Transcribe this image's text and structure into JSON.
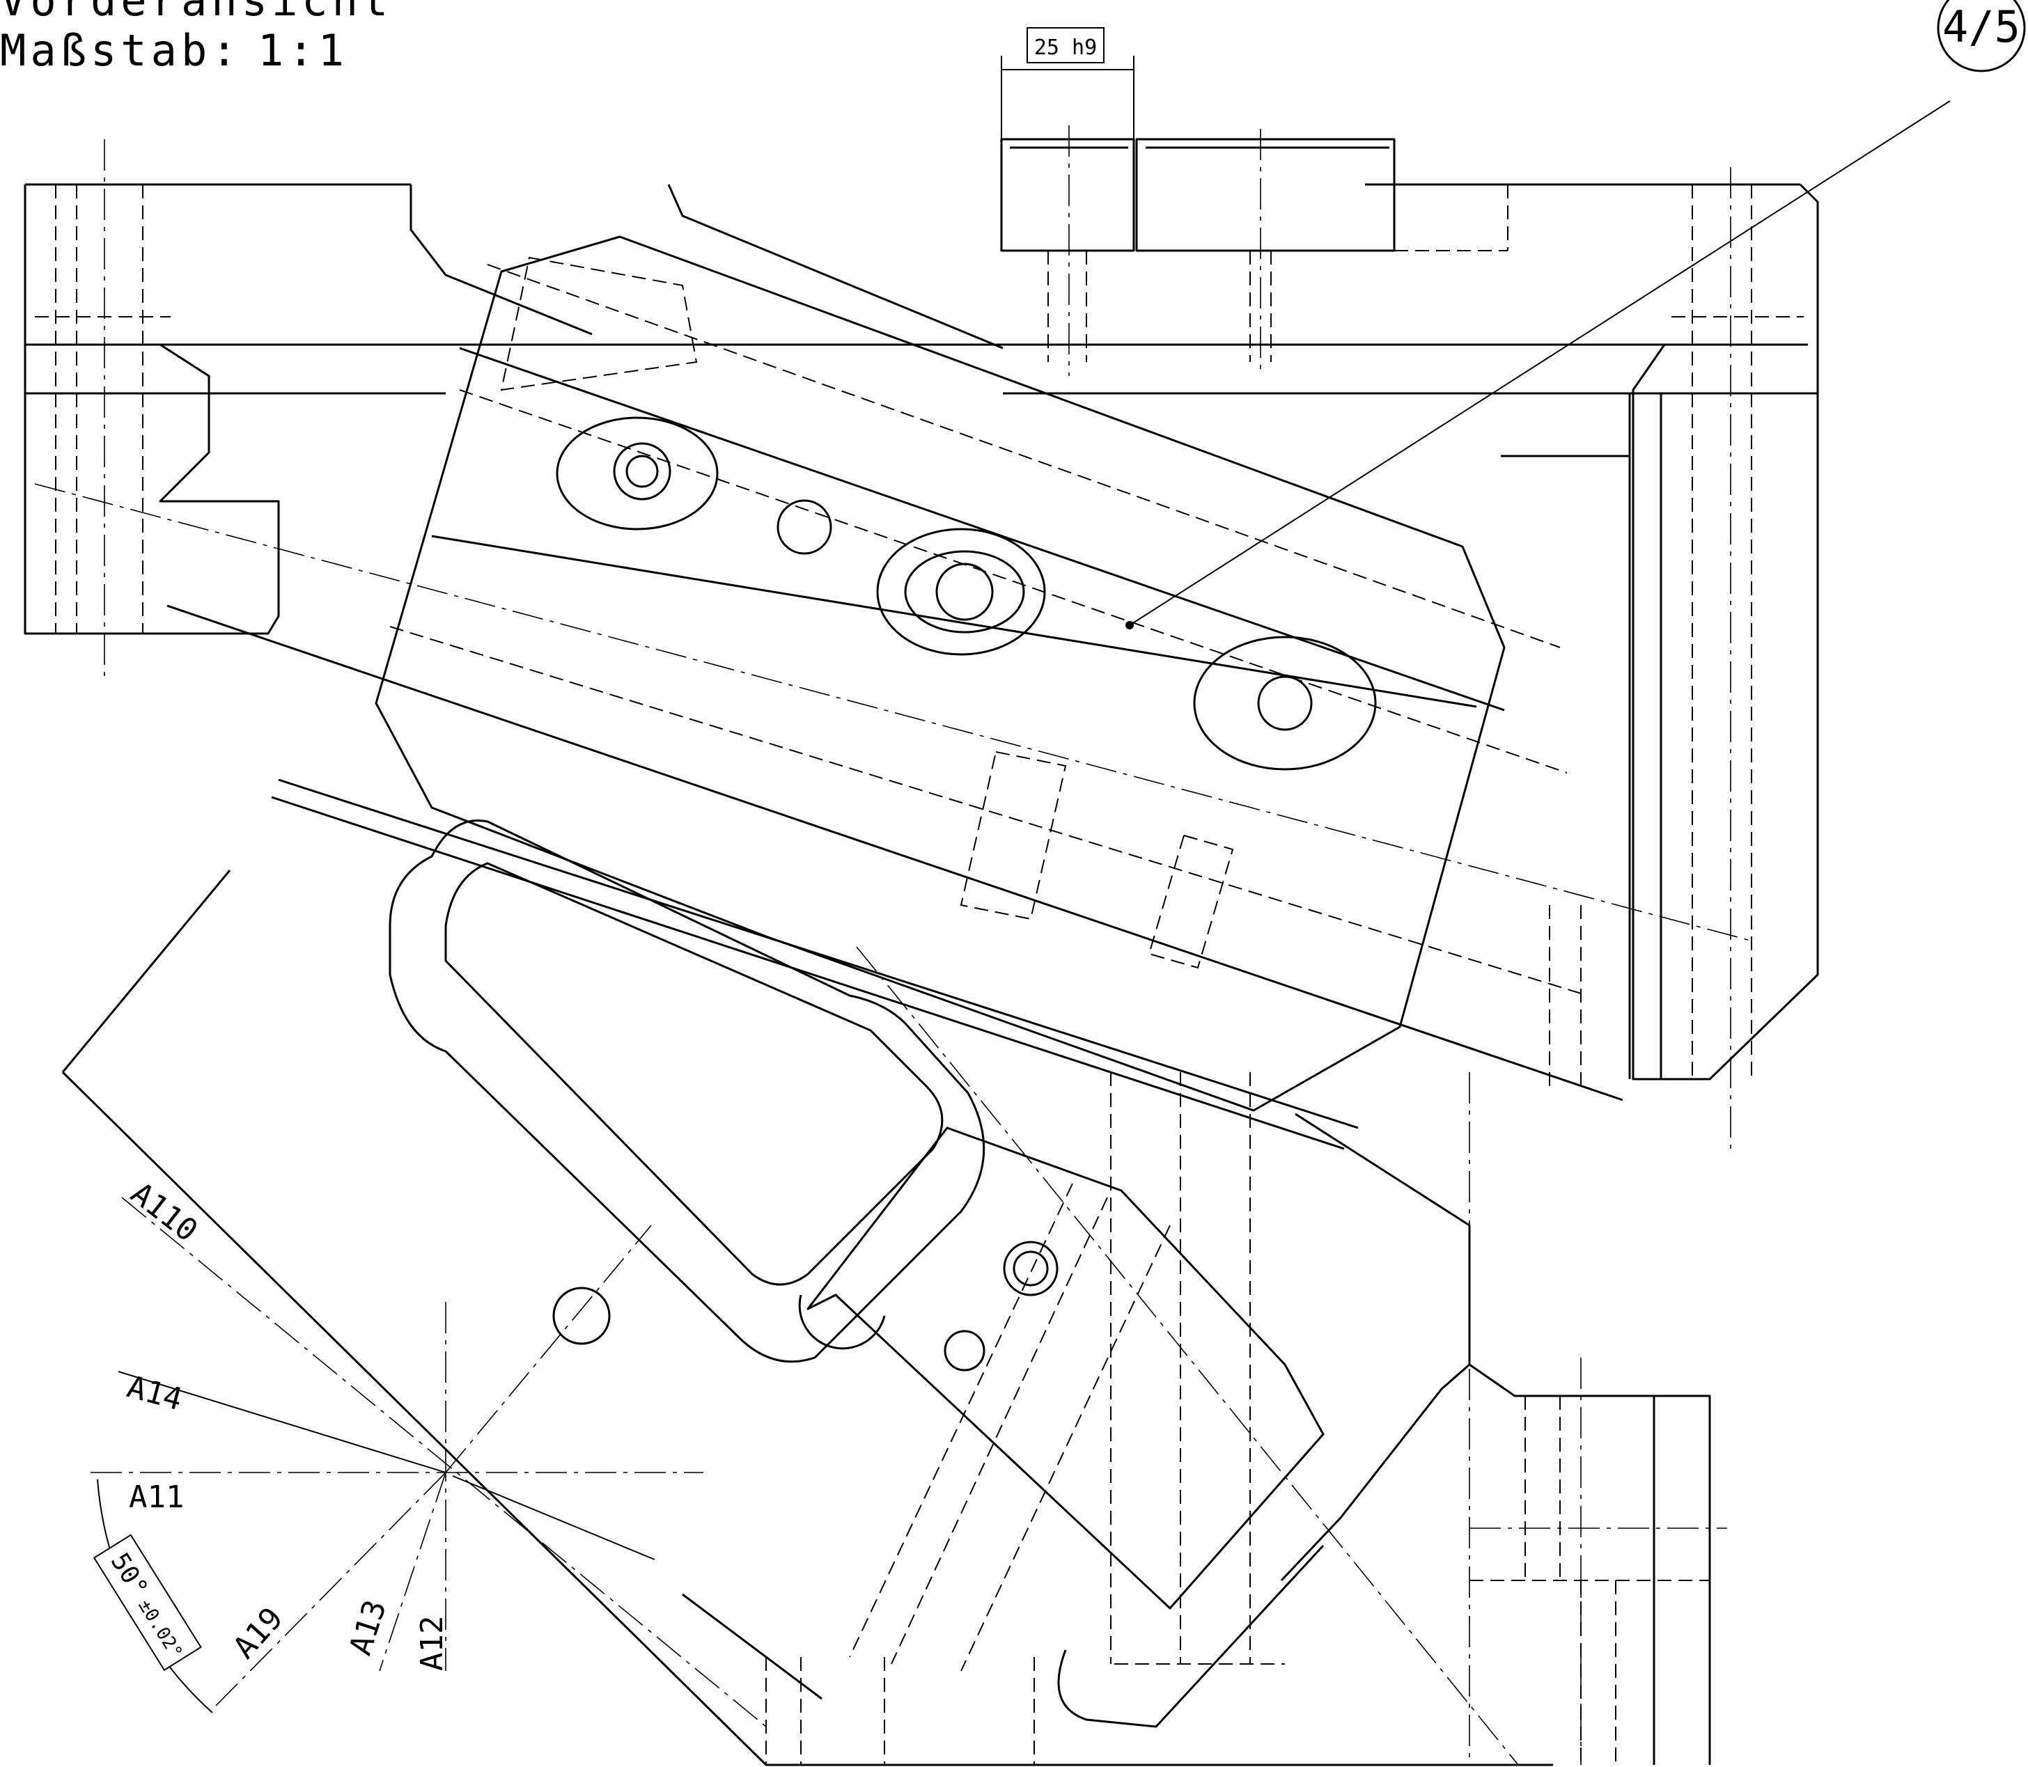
{
  "header": {
    "view_label": "Vorderansicht",
    "scale_label": "Maßstab:",
    "scale_value": "1:1"
  },
  "sheet_ref": "4/5",
  "dimension": "25 h9",
  "angle_labels": {
    "a110": "A110",
    "a14": "A14",
    "a11": "A11",
    "a19": "A19",
    "a13": "A13",
    "a12": "A12"
  },
  "angle_dimension": {
    "value": "50°",
    "tolerance": "±0.02°"
  },
  "colors": {
    "ink": "#000000",
    "paper": "#ffffff"
  }
}
